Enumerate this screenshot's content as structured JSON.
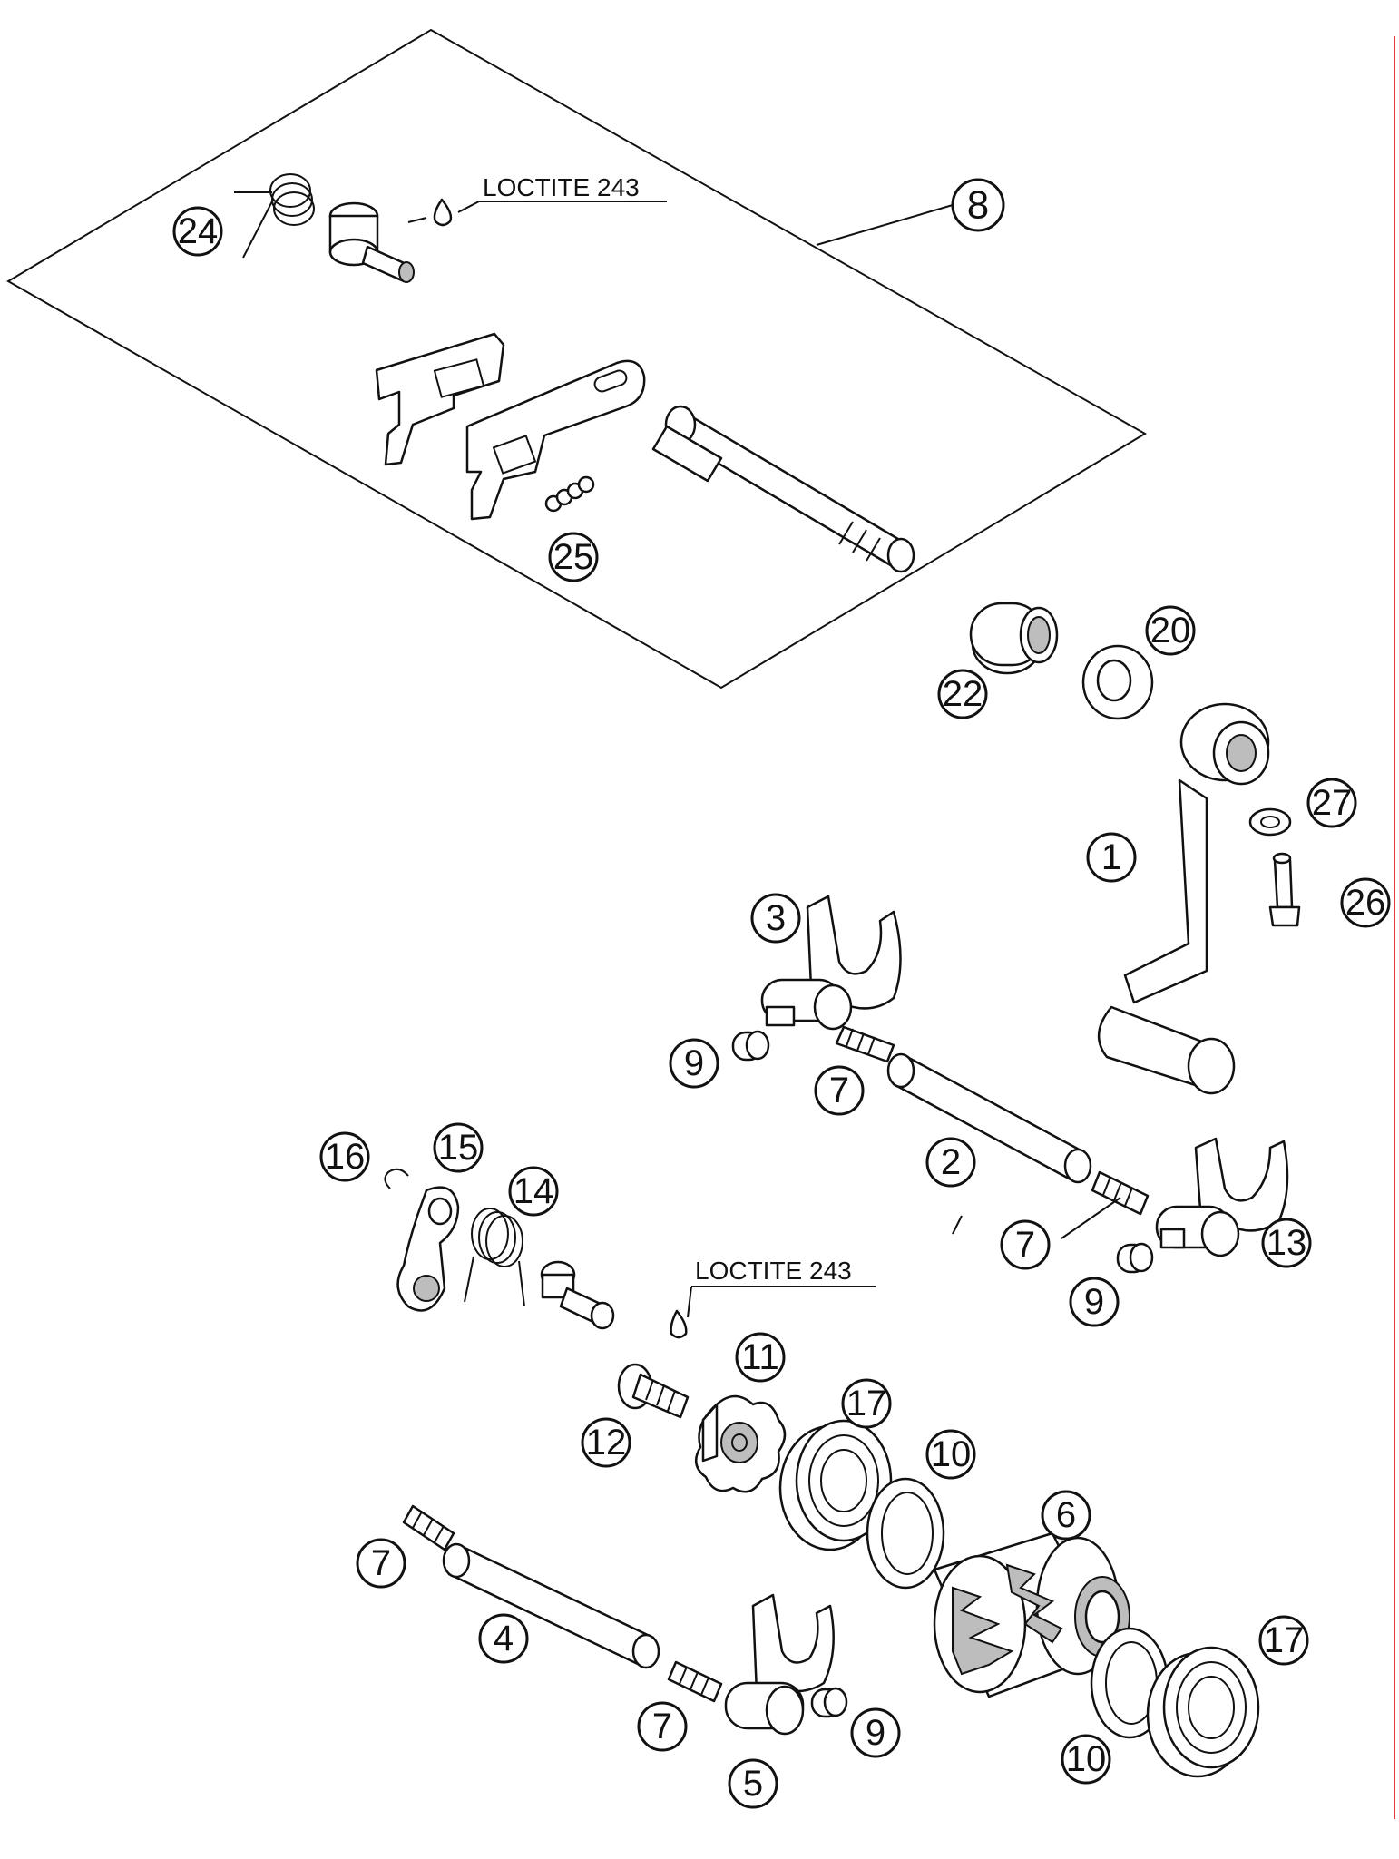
{
  "notes": {
    "loctite_top": "LOCTITE 243",
    "loctite_bottom": "LOCTITE 243"
  },
  "callouts": {
    "c1": "1",
    "c2": "2",
    "c3": "3",
    "c4": "4",
    "c5": "5",
    "c6": "6",
    "c7a": "7",
    "c7b": "7",
    "c7c": "7",
    "c7d": "7",
    "c8": "8",
    "c9a": "9",
    "c9b": "9",
    "c9c": "9",
    "c10a": "10",
    "c10b": "10",
    "c11": "11",
    "c12": "12",
    "c13": "13",
    "c14": "14",
    "c15": "15",
    "c16": "16",
    "c17a": "17",
    "c17b": "17",
    "c20": "20",
    "c22": "22",
    "c24": "24",
    "c25": "25",
    "c26": "26",
    "c27": "27"
  },
  "colors": {
    "line": "#111111",
    "accent_edge": "#e53935"
  }
}
